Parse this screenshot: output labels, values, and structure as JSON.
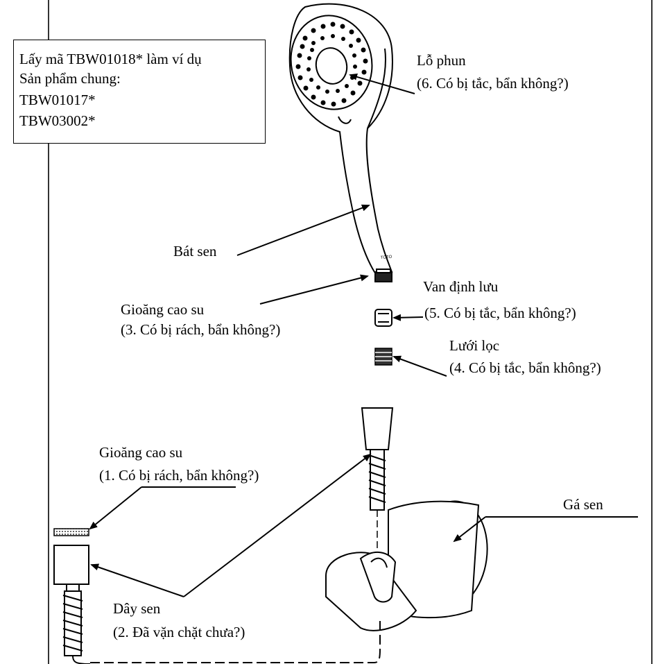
{
  "info_box": {
    "line1": "Lấy mã TBW01018* làm ví dụ",
    "line2": "Sản phẩm chung:",
    "line3": "TBW01017*",
    "line4": "TBW03002*"
  },
  "labels": {
    "nozzle_title": "Lỗ phun",
    "nozzle_check": "(6. Có bị tắc, bẩn không?)",
    "handset": "Bát sen",
    "gasket_top_title": "Gioăng cao su",
    "gasket_top_check": "(3. Có bị rách, bẩn không?)",
    "flow_valve_title": "Van định lưu",
    "flow_valve_check": "(5. Có bị tắc, bẩn không?)",
    "filter_title": "Lưới lọc",
    "filter_check": "(4. Có bị tắc, bẩn không?)",
    "gasket_bottom_title": "Gioăng cao su",
    "gasket_bottom_check": "(1. Có bị rách, bẩn không?)",
    "holder": "Gá sen",
    "hose_title": "Dây sen",
    "hose_check": "(2. Đã vặn chặt chưa?)"
  },
  "brand_mark": "TOTO"
}
